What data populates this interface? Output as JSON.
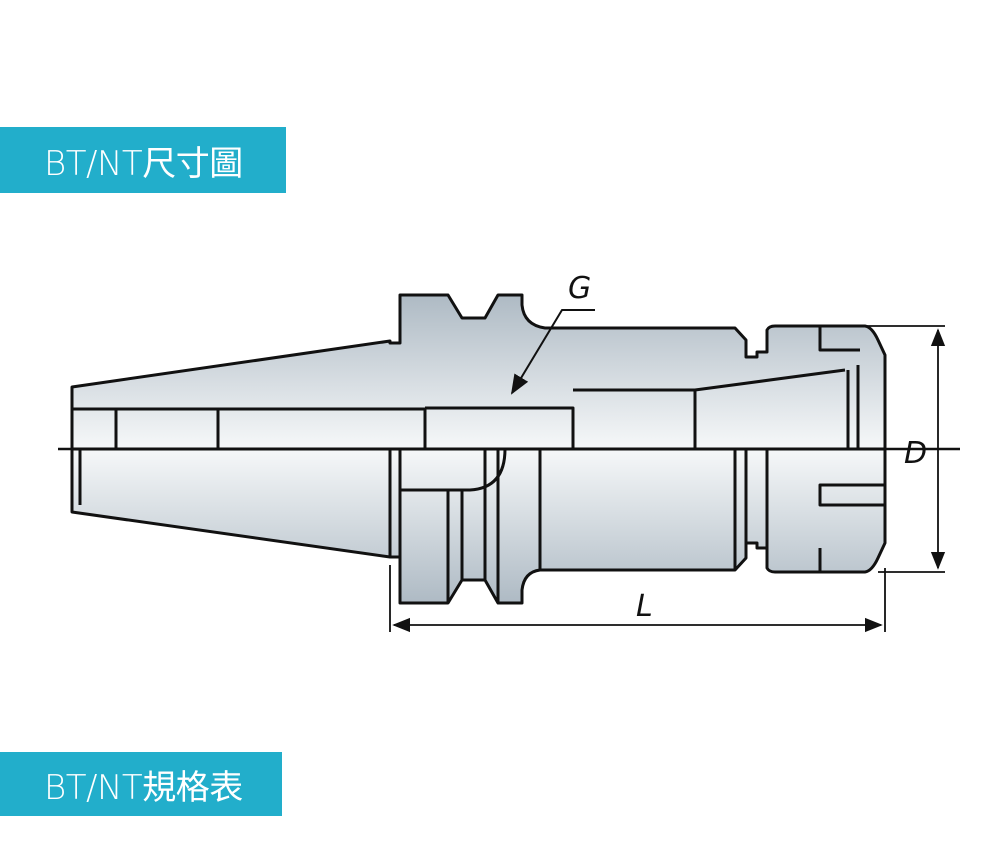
{
  "sections": {
    "dimension_drawing_title": "BT/NT尺寸圖",
    "spec_table_title": "BT/NT規格表"
  },
  "drawing": {
    "labels": {
      "G": "G",
      "D": "D",
      "L": "L"
    }
  },
  "colors": {
    "banner": "#22aecb",
    "body_fill": "#c9d2da",
    "line": "#111111"
  }
}
